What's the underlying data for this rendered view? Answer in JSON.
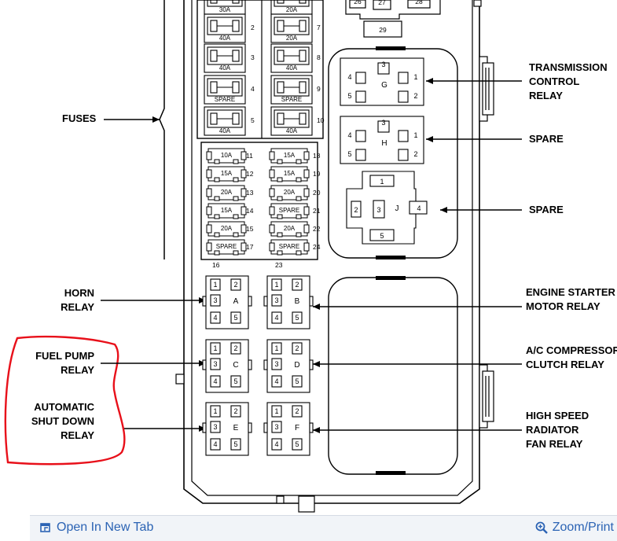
{
  "labels": {
    "fuses": "FUSES",
    "horn": [
      "HORN",
      "RELAY"
    ],
    "fuel_pump": [
      "FUEL PUMP",
      "RELAY"
    ],
    "asd": [
      "AUTOMATIC",
      "SHUT DOWN",
      "RELAY"
    ],
    "transmission": [
      "TRANSMISSION",
      "CONTROL",
      "RELAY"
    ],
    "spare1": "SPARE",
    "spare2": "SPARE",
    "starter": [
      "ENGINE STARTER",
      "MOTOR RELAY"
    ],
    "ac": [
      "A/C COMPRESSOR",
      "CLUTCH RELAY"
    ],
    "fan": [
      "HIGH SPEED",
      "RADIATOR",
      "FAN RELAY"
    ]
  },
  "big_fuses_left": [
    "30A",
    "40A",
    "40A",
    "SPARE",
    "40A"
  ],
  "big_fuses_right": [
    "20A",
    "20A",
    "40A",
    "SPARE",
    "40A"
  ],
  "big_fuse_numbers_left": [
    "2",
    "3",
    "4",
    "5"
  ],
  "big_fuse_numbers_right": [
    "7",
    "8",
    "9",
    "10"
  ],
  "mini_fuses_left": [
    "10A",
    "15A",
    "20A",
    "15A",
    "20A",
    "SPARE"
  ],
  "mini_fuses_right": [
    "15A",
    "15A",
    "20A",
    "SPARE",
    "20A",
    "SPARE"
  ],
  "mini_numbers_left": [
    "11",
    "12",
    "13",
    "14",
    "15",
    "17"
  ],
  "mini_numbers_right": [
    "18",
    "19",
    "20",
    "21",
    "22",
    "24"
  ],
  "bottom_numbers": [
    "16",
    "23"
  ],
  "top_relay_numbers": [
    "26",
    "27",
    "28",
    "29"
  ],
  "relay_letters": [
    "A",
    "B",
    "C",
    "D",
    "E",
    "F"
  ],
  "relay_pins": [
    "1",
    "2",
    "3",
    "4",
    "5"
  ],
  "relay_g": {
    "letter": "G",
    "pins": [
      "3",
      "4",
      "1",
      "5",
      "2"
    ]
  },
  "relay_h": {
    "letter": "H",
    "pins": [
      "3",
      "4",
      "1",
      "5",
      "2"
    ]
  },
  "relay_j": {
    "letter": "J",
    "pins": [
      "1",
      "2",
      "3",
      "4",
      "5"
    ]
  },
  "colors": {
    "annotation_red": "#e8101a",
    "link_blue": "#2b63b4"
  },
  "toolbar": {
    "open_tab": "Open In New Tab",
    "zoom_print": "Zoom/Print"
  }
}
